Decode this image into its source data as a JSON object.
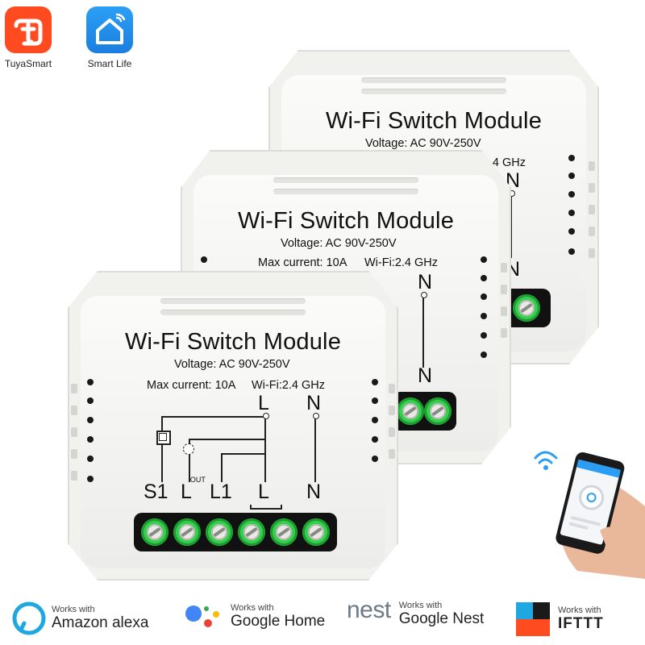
{
  "apps": [
    {
      "label": "TuyaSmart",
      "icon": "tuya-logo-icon",
      "color": "#ff4b1f"
    },
    {
      "label": "Smart Life",
      "icon": "smart-life-house-icon",
      "color": "#2b9df4"
    }
  ],
  "module": {
    "title": "Wi-Fi Switch Module",
    "voltage": "Voltage: AC 90V-250V",
    "max_current": "Max current: 10A",
    "wifi": "Wi-Fi:2.4 GHz",
    "diagram_labels": {
      "L": "L",
      "N": "N"
    },
    "terminals": {
      "s1": "S1",
      "l_out": "L",
      "out": "OUT",
      "l1": "L1",
      "l": "L",
      "n": "N"
    }
  },
  "works_with": [
    {
      "small": "Works with",
      "big": "Amazon alexa",
      "icon": "alexa-icon"
    },
    {
      "small": "Works with",
      "big": "Google Home",
      "icon": "google-assistant-icon"
    },
    {
      "brand": "nest",
      "small": "Works with",
      "big": "Google Nest",
      "icon": "nest-logo"
    },
    {
      "small": "Works with",
      "big": "IFTTT",
      "icon": "ifttt-icon"
    }
  ],
  "colors": {
    "terminal_green": "#35d04d",
    "alexa_blue": "#1ea7e1",
    "nest_gray": "#6b7a86"
  }
}
